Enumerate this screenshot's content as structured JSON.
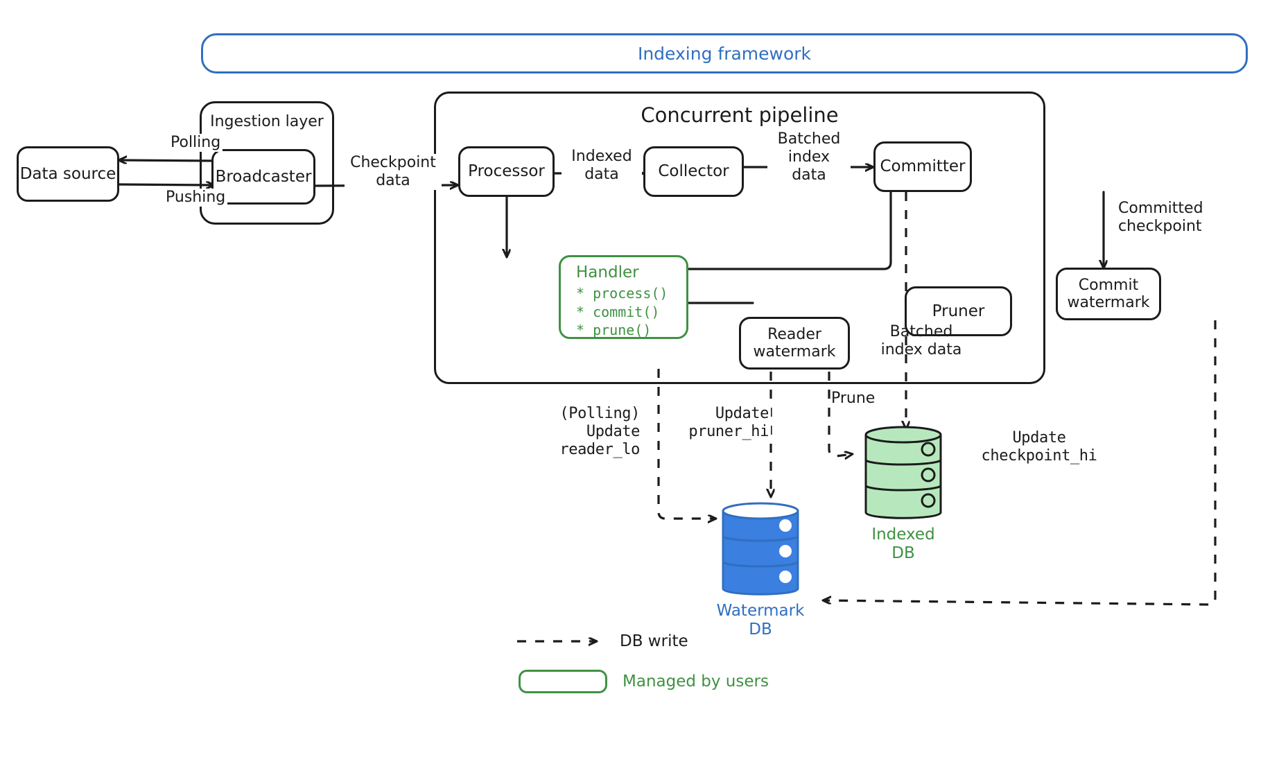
{
  "diagram": {
    "title": "Indexing framework",
    "accent_blue": "#2f6fc0",
    "accent_green": "#3f9142",
    "ink": "#1b1b1b"
  },
  "groups": {
    "framework": {
      "title": "Indexing framework"
    },
    "ingestion": {
      "title": "Ingestion layer"
    },
    "pipeline": {
      "title": "Concurrent pipeline"
    }
  },
  "nodes": {
    "data_source": {
      "label": "Data source"
    },
    "broadcaster": {
      "label": "Broadcaster"
    },
    "processor": {
      "label": "Processor"
    },
    "collector": {
      "label": "Collector"
    },
    "committer": {
      "label": "Committer"
    },
    "commit_watermark": {
      "label": "Commit\nwatermark"
    },
    "reader_watermark": {
      "label": "Reader\nwatermark"
    },
    "pruner": {
      "label": "Pruner"
    },
    "handler": {
      "title": "Handler",
      "methods": [
        "* process()",
        "* commit()",
        "* prune()"
      ]
    }
  },
  "edge_labels": {
    "polling": "Polling",
    "pushing": "Pushing",
    "checkpoint_data": "Checkpoint\ndata",
    "indexed_data": "Indexed\ndata",
    "batched_index_data": "Batched\nindex\ndata",
    "committed_checkpoint": "Committed\ncheckpoint",
    "batched_index_data_2": "Batched\nindex data",
    "prune": "Prune",
    "polling_update_reader_lo": "(Polling)\nUpdate\nreader_lo",
    "update_pruner_hi": "Update\npruner_hi",
    "update_checkpoint_hi": "Update\ncheckpoint_hi"
  },
  "databases": {
    "indexed": {
      "label": "Indexed\nDB",
      "color": "#3f9142",
      "fill": "#b7e8bd"
    },
    "watermark": {
      "label": "Watermark\nDB",
      "color": "#2f6fc0",
      "fill": "#3b7fe0"
    }
  },
  "legend": {
    "db_write": "DB write",
    "managed_by_users": "Managed by users"
  }
}
